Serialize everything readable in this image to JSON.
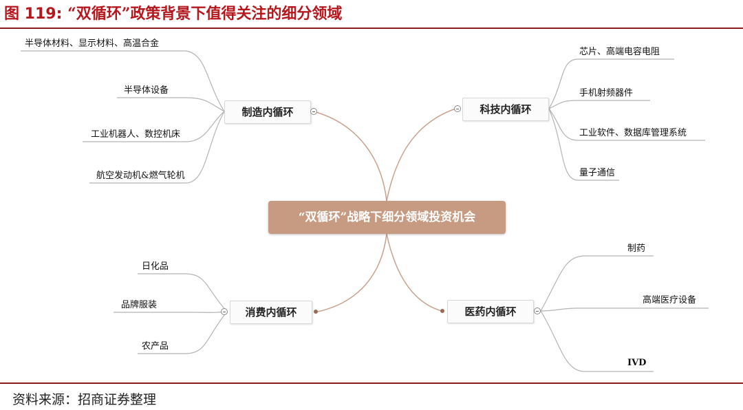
{
  "title": {
    "figure_number": "图 119:",
    "caption": "“双循环”政策背景下值得关注的细分领域"
  },
  "center": {
    "label": "“双循环”战略下细分领域投资机会"
  },
  "branches": {
    "manufacturing": {
      "label": "制造内循环",
      "leaves": [
        "半导体材料、显示材料、高温合金",
        "半导体设备",
        "工业机器人、数控机床",
        "航空发动机&燃气轮机"
      ]
    },
    "technology": {
      "label": "科技内循环",
      "leaves": [
        "芯片、高端电容电阻",
        "手机射频器件",
        "工业软件、数据库管理系统",
        "量子通信"
      ]
    },
    "consumption": {
      "label": "消费内循环",
      "leaves": [
        "日化品",
        "品牌服装",
        "农产品"
      ]
    },
    "medicine": {
      "label": "医药内循环",
      "leaves": [
        "制药",
        "高端医疗设备",
        "IVD"
      ]
    }
  },
  "source": "资料来源：招商证券整理",
  "colors": {
    "accent_red": "#b5171d",
    "rule": "#8a1a1a",
    "center_fill": "#c79a82",
    "connector": "#c9a08c",
    "leaf_line": "#b3b3b3"
  }
}
